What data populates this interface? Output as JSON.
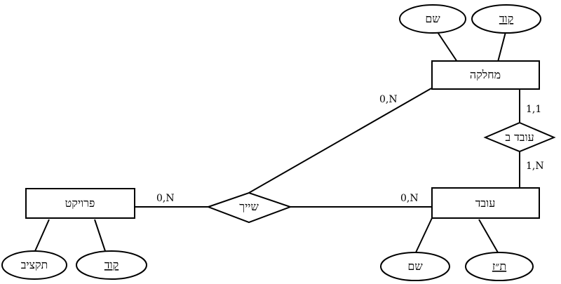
{
  "entities": {
    "department": "מחלקה",
    "employee": "עובד",
    "project": "פרויקט"
  },
  "relationships": {
    "works_in": "עובד ב",
    "belongs": "שייך"
  },
  "attributes": {
    "dept_name": "שם",
    "dept_code": "קוד",
    "emp_name": "שם",
    "emp_id": "ת״ז",
    "proj_budget": "תקציב",
    "proj_code": "קוד"
  },
  "cardinalities": {
    "dept_works_in": "1,1",
    "emp_works_in": "1,N",
    "dept_belongs": "0,N",
    "proj_belongs": "0,N",
    "emp_belongs": "0,N"
  }
}
